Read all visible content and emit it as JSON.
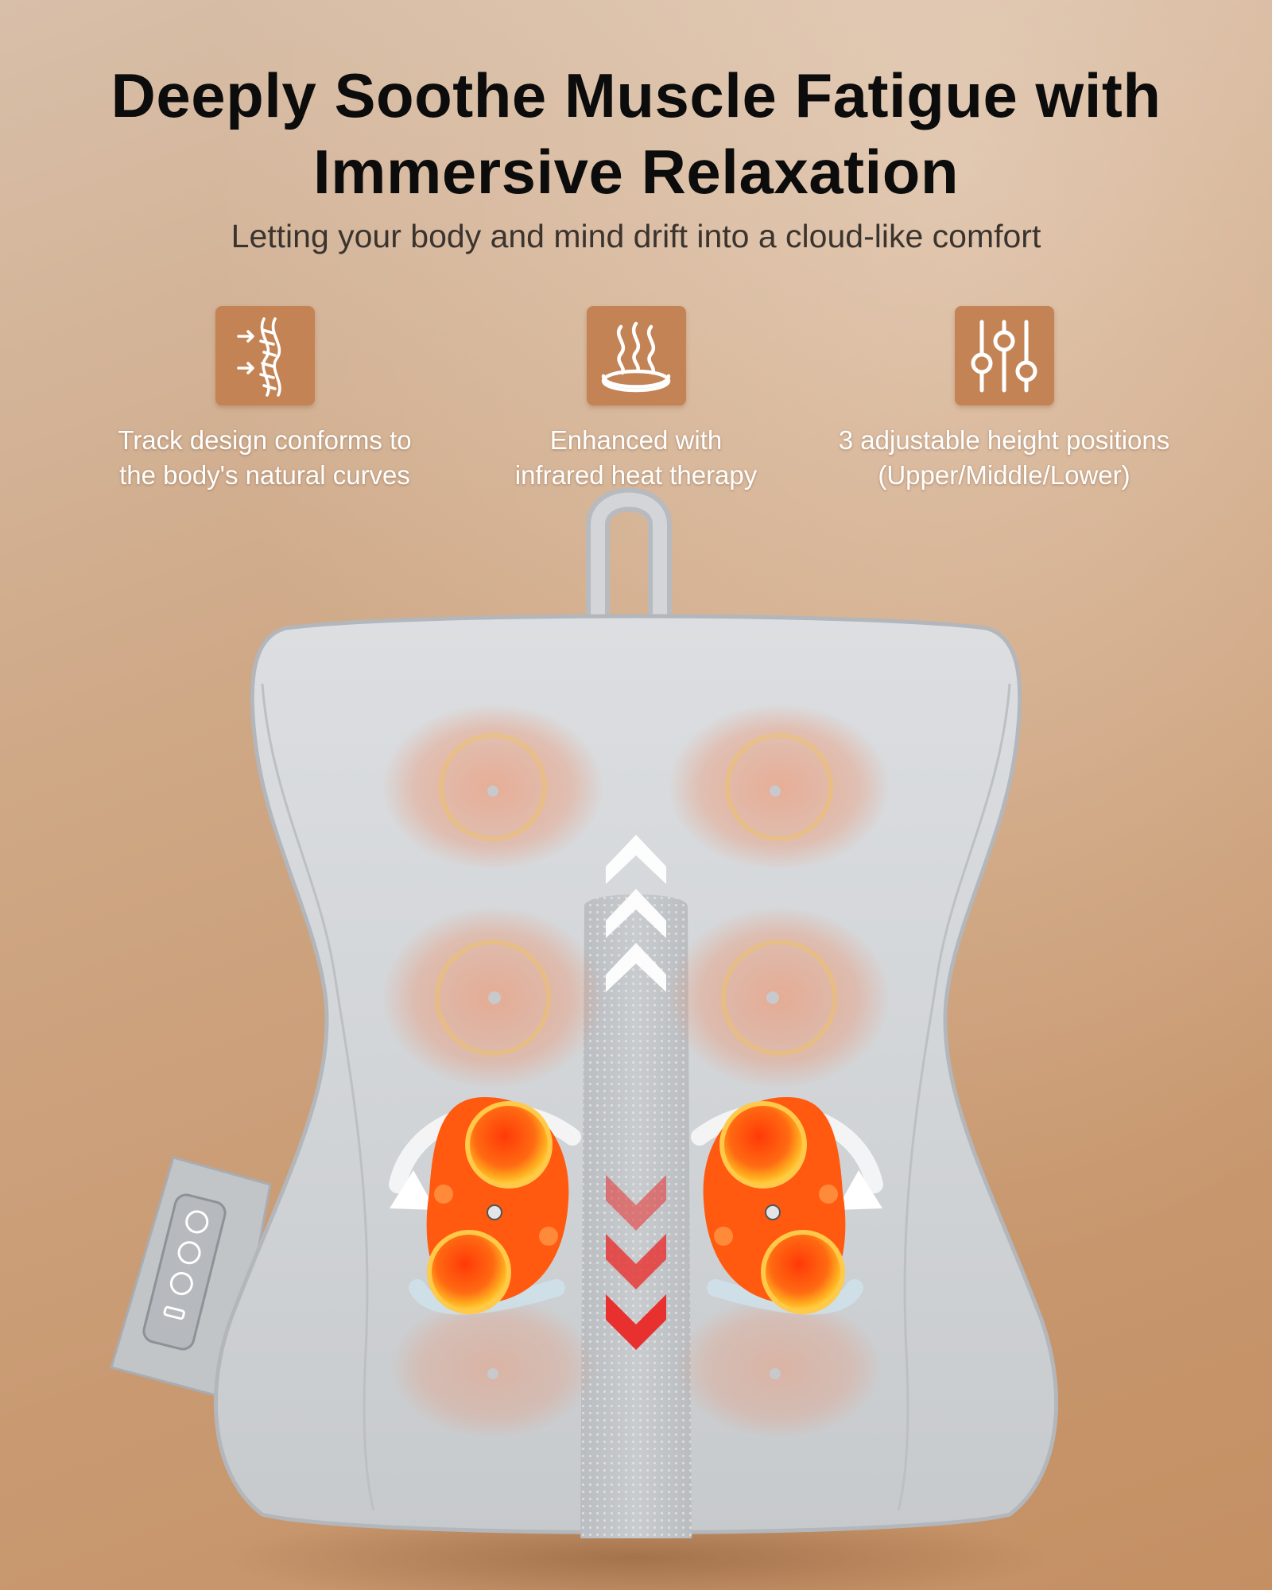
{
  "headline": {
    "line1": "Deeply Soothe Muscle Fatigue with",
    "line2": "Immersive Relaxation"
  },
  "subheadline": "Letting your body and mind drift into a cloud-like comfort",
  "features": [
    {
      "icon": "spine-curve-icon",
      "line1": "Track design conforms to",
      "line2": "the body's natural curves"
    },
    {
      "icon": "heat-waves-icon",
      "line1": "Enhanced with",
      "line2": "infrared heat therapy"
    },
    {
      "icon": "adjust-sliders-icon",
      "line1": "3 adjustable height positions",
      "line2": "(Upper/Middle/Lower)"
    }
  ],
  "colors": {
    "icon_tile": "#c48355",
    "cushion": "#d6d8db",
    "heat_orange": "#ff5a10",
    "down_chevron_red": "#e8302e"
  }
}
